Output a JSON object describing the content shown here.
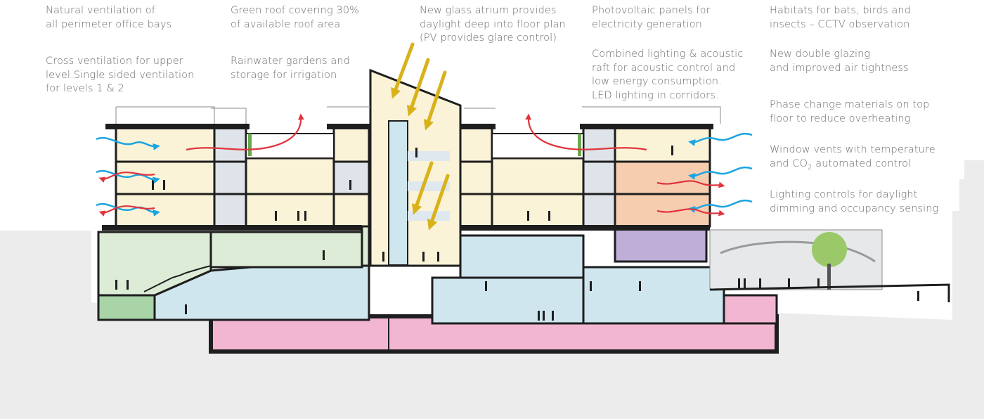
{
  "annotations": {
    "natural_ventilation": "Natural ventilation of\nall perimeter office bays",
    "cross_ventilation": "Cross ventilation for upper\nlevel.Single sided ventilation\nfor levels 1 & 2",
    "green_roof": "Green roof covering 30%\nof available roof area",
    "rainwater": "Rainwater gardens and\nstorage for irrigation",
    "atrium": "New glass atrium provides\ndaylight deep into floor plan\n(PV provides glare control)",
    "photovoltaic": "Photovoltaic panels for\nelectricity generation",
    "lighting_raft": "Combined lighting & acoustic\nraft for acoustic control and\nlow energy consumption.\nLED lighting in corridors.",
    "habitats": "Habitats for bats, birds and\ninsects – CCTV observation",
    "glazing": "New double glazing\nand improved air tightness",
    "phase_change": "Phase change materials on top\nfloor to reduce overheating",
    "window_vents_line1": "Window vents with temperature",
    "window_vents_pre": "and CO",
    "window_vents_sub": "2",
    "window_vents_post": " automated control",
    "lighting_controls": "Lighting controls for daylight\ndimming and occupancy sensing"
  },
  "colors": {
    "office_fill": "#fbf3d8",
    "circulation_fill": "#dfe4ea",
    "basement_fill": "#cfe6ee",
    "plant_fill": "#f2b6d2",
    "green_space_fill": "#a8d4a8",
    "mauve_fill": "#bfaed8",
    "orange_fill": "#f7cdb0",
    "structure": "#1e1e1e",
    "ground": "#ececed",
    "cool_air_arrow": "#1ba5e0",
    "warm_air_arrow": "#e0343c",
    "sunlight_arrow": "#d9b21a",
    "tree_foliage": "#9bc96a"
  }
}
